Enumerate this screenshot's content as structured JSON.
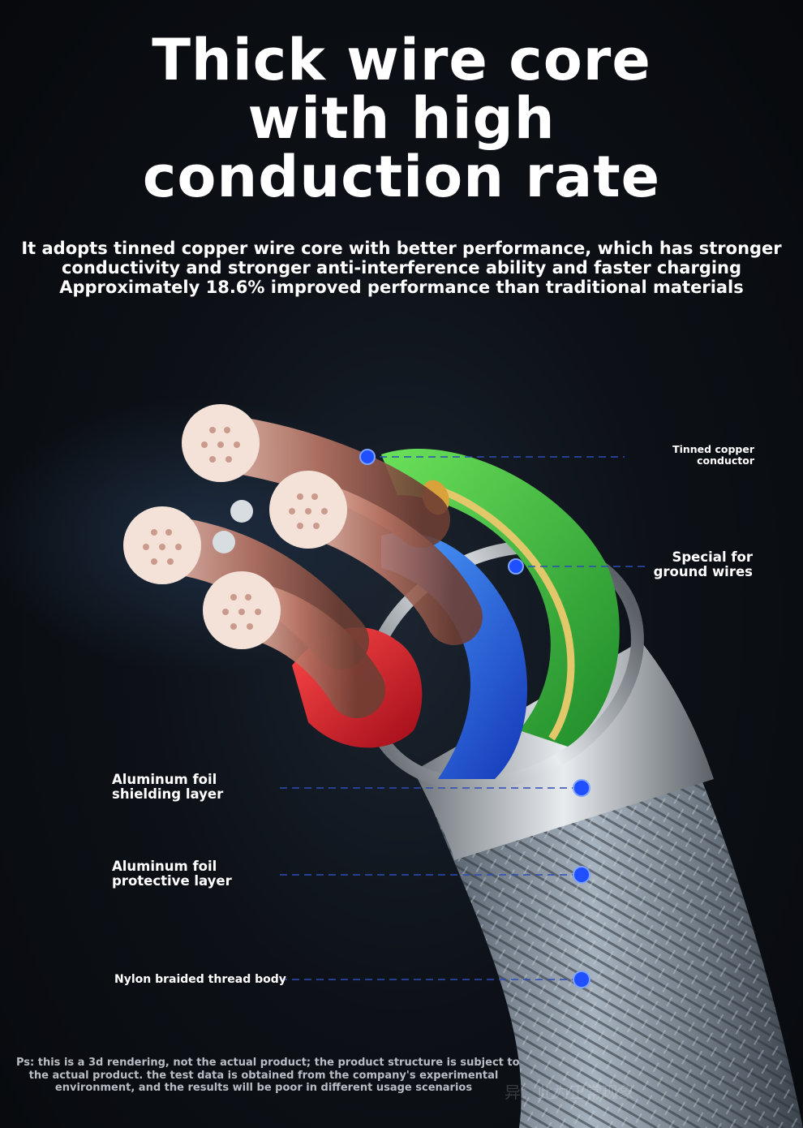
{
  "header": {
    "title_lines": [
      "Thick wire core",
      "with high",
      "conduction rate"
    ],
    "subtitle_lines": [
      "It adopts tinned copper wire core with better performance, which has stronger",
      "conductivity and stronger anti-interference ability and faster charging",
      "Approximately 18.6% improved performance than traditional materials"
    ]
  },
  "callouts": {
    "tinned_copper": [
      "Tinned copper",
      "conductor"
    ],
    "ground_wires": [
      "Special for",
      "ground wires"
    ],
    "aluminum_shielding": [
      "Aluminum foil",
      "shielding layer"
    ],
    "aluminum_protective": [
      "Aluminum foil",
      "protective layer"
    ],
    "nylon_braided": [
      "Nylon braided thread body"
    ]
  },
  "colors": {
    "marker": "#1f4fff",
    "green_jacket": "#37c23a",
    "blue_jacket": "#1e63e6",
    "red_jacket": "#e0202a",
    "copper": "#c9897a",
    "braid": "#8c9aa8"
  },
  "footnote": {
    "lines": [
      "Ps: this is a 3d rendering, not the actual product; the product structure is subject to",
      "the actual product. the test data is obtained from the company's experimental",
      "environment, and the results will be poor in different usage scenarios"
    ],
    "watermark": "异：此为正常现象"
  }
}
